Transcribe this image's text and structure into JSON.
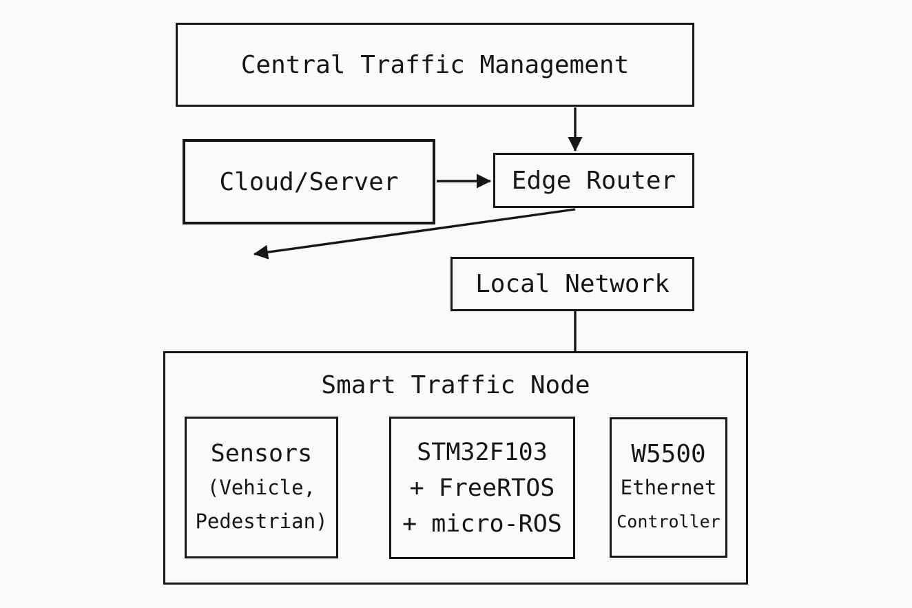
{
  "diagram": {
    "background_color": "#fafafa",
    "ink_color": "#161616",
    "nodes": {
      "central": {
        "label": "Central Traffic Management"
      },
      "cloud": {
        "label": "Cloud/Server"
      },
      "edge_router": {
        "label": "Edge Router"
      },
      "local_network": {
        "label": "Local Network"
      },
      "smart_node": {
        "title": "Smart Traffic Node"
      },
      "sensors": {
        "line1": "Sensors",
        "line2": "(Vehicle,",
        "line3": "Pedestrian)"
      },
      "mcu": {
        "line1": "STM32F103",
        "line2": "+ FreeRTOS",
        "line3": "+ micro-ROS"
      },
      "ethernet": {
        "line1": "W5500",
        "line2": "Ethernet",
        "line3": "Controller"
      }
    },
    "edges": [
      {
        "from": "central",
        "to": "edge_router",
        "arrow": true
      },
      {
        "from": "cloud",
        "to": "edge_router",
        "arrow": true
      },
      {
        "from": "edge_router",
        "to": "local_network",
        "arrow": true
      },
      {
        "from": "local_network",
        "to": "smart_node",
        "arrow": false
      },
      {
        "from": "sensors",
        "to": "mcu",
        "arrow": true
      },
      {
        "from": "mcu",
        "to": "ethernet",
        "arrow": true
      }
    ]
  }
}
